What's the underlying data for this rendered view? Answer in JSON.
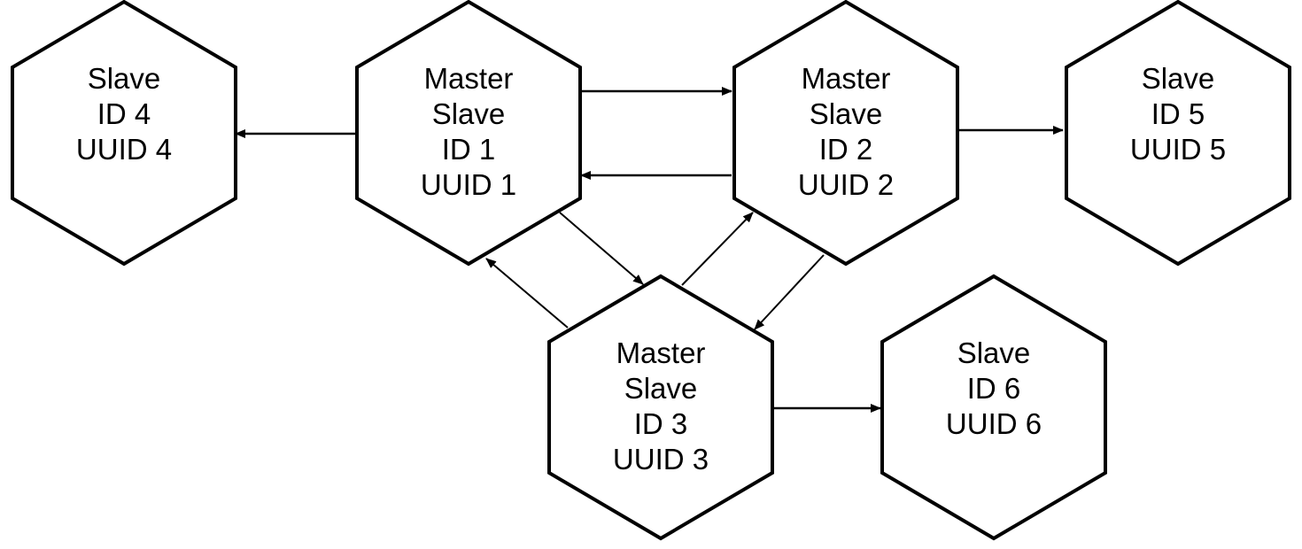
{
  "nodes": [
    {
      "id": "n4",
      "lines": [
        "Slave",
        "ID 4",
        "UUID 4"
      ]
    },
    {
      "id": "n1",
      "lines": [
        "Master",
        "Slave",
        "ID 1",
        "UUID 1"
      ]
    },
    {
      "id": "n2",
      "lines": [
        "Master",
        "Slave",
        "ID 2",
        "UUID 2"
      ]
    },
    {
      "id": "n5",
      "lines": [
        "Slave",
        "ID 5",
        "UUID 5"
      ]
    },
    {
      "id": "n3",
      "lines": [
        "Master",
        "Slave",
        "ID 3",
        "UUID 3"
      ]
    },
    {
      "id": "n6",
      "lines": [
        "Slave",
        "ID 6",
        "UUID 6"
      ]
    }
  ],
  "edges": [
    {
      "from": "n1",
      "to": "n4"
    },
    {
      "from": "n1",
      "to": "n2"
    },
    {
      "from": "n2",
      "to": "n1"
    },
    {
      "from": "n2",
      "to": "n5"
    },
    {
      "from": "n1",
      "to": "n3"
    },
    {
      "from": "n3",
      "to": "n1"
    },
    {
      "from": "n3",
      "to": "n2"
    },
    {
      "from": "n2",
      "to": "n3"
    },
    {
      "from": "n3",
      "to": "n6"
    }
  ]
}
